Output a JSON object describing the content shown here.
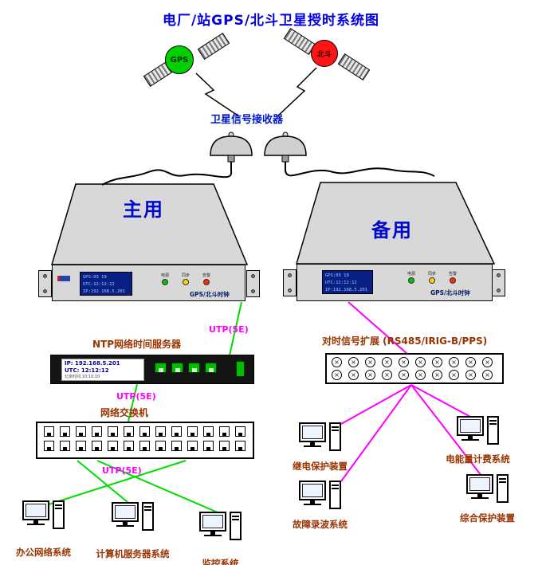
{
  "title": "电厂/站GPS/北斗卫星授时系统图",
  "satellites": {
    "gps": {
      "label": "GPS"
    },
    "beidou": {
      "label": "北斗"
    }
  },
  "receiver": {
    "label": "卫星信号接收器"
  },
  "clocks": {
    "led_labels": [
      "电源",
      "同步",
      "告警"
    ],
    "primary": {
      "name": "主用",
      "type_label": "GPS/北斗时钟",
      "lcd": [
        "GPS:03 19",
        "UTC:12:12:12",
        "IP:192.168.5.201"
      ]
    },
    "backup": {
      "name": "备用",
      "type_label": "GPS/北斗时钟",
      "lcd": [
        "GPS:03 19",
        "UTC:12:12:12",
        "IP:192.168.5.201"
      ]
    }
  },
  "cabling": {
    "utp_label": "UTP(5E)"
  },
  "ntp_server": {
    "label": "NTP网络时间服务器",
    "display": {
      "ip": "IP: 192.168.5.201",
      "utc": "UTC: 12:12:12",
      "local": "北京时间:10:10:10"
    }
  },
  "network_switch": {
    "label": "网络交换机"
  },
  "expansion_panel": {
    "label": "对时信号扩展 (RS485/IRIG-B/PPS)"
  },
  "workstations": [
    {
      "label": "办公网络系统"
    },
    {
      "label": "计算机服务器系统"
    },
    {
      "label": "监控系统"
    },
    {
      "label": "继电保护装置"
    },
    {
      "label": "电能量计费系统"
    },
    {
      "label": "故障录波系统"
    },
    {
      "label": "综合保护装置"
    }
  ],
  "colors": {
    "title_blue": "#0000E0",
    "device_name_blue": "#0008D0",
    "label_maroon": "#993300",
    "utp_magenta": "#FF00FF",
    "wire_green": "#00DD00",
    "wire_magenta": "#FF00FF",
    "gps_green": "#00D000",
    "beidou_red": "#FF1515",
    "device_gray": "#D8D8D8",
    "lcd_blue": "#0A1F86",
    "port_green": "#00BB00"
  }
}
